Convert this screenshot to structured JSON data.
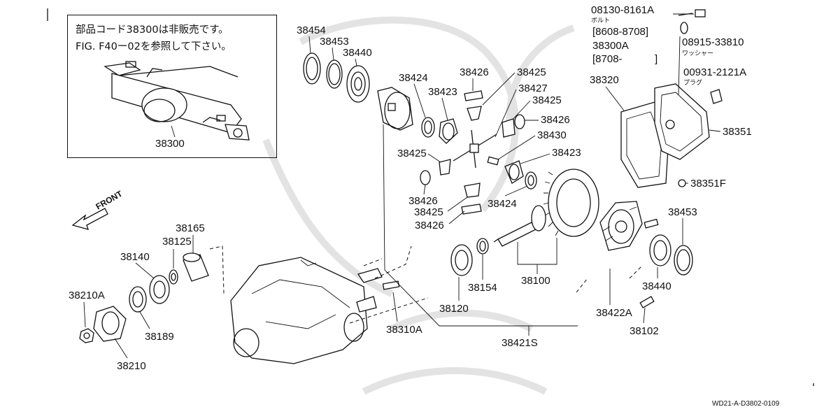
{
  "note": {
    "line1": "部品コード38300は非販売です。",
    "line2": "FIG. F40ー02を参照して下さい。"
  },
  "front_label": "FRONT",
  "footer_code": "WD21-A-D3802-0109",
  "bolt_note": {
    "part_no": "08130-8161A",
    "kind": "ボルト",
    "range1": "[8608-8708]",
    "assy": "38300A",
    "range2": "[8708-",
    "range2_close": "]"
  },
  "washer_note": {
    "part_no": "08915-33810",
    "kind": "ワッシャー"
  },
  "plug_note": {
    "part_no": "00931-2121A",
    "kind": "プラグ"
  },
  "parts": {
    "p38300": "38300",
    "p38454": "38454",
    "p38453_top": "38453",
    "p38440_top": "38440",
    "p38424_top": "38424",
    "p38423_top": "38423",
    "p38426_top": "38426",
    "p38425_top": "38425",
    "p38427": "38427",
    "p38425_mid": "38425",
    "p38426_right": "38426",
    "p38430": "38430",
    "p38425_left": "38425",
    "p38423_right": "38423",
    "p38426_left": "38426",
    "p38424_right": "38424",
    "p38425_low": "38425",
    "p38426_low": "38426",
    "p38320": "38320",
    "p38351": "38351",
    "p38351F": "38351F",
    "p38453_right": "38453",
    "p38440_right": "38440",
    "p38422A": "38422A",
    "p38102": "38102",
    "p38165": "38165",
    "p38125": "38125",
    "p38140": "38140",
    "p38210A": "38210A",
    "p38189": "38189",
    "p38210": "38210",
    "p38310A": "38310A",
    "p38120": "38120",
    "p38154": "38154",
    "p38100": "38100",
    "p38421S": "38421S"
  }
}
